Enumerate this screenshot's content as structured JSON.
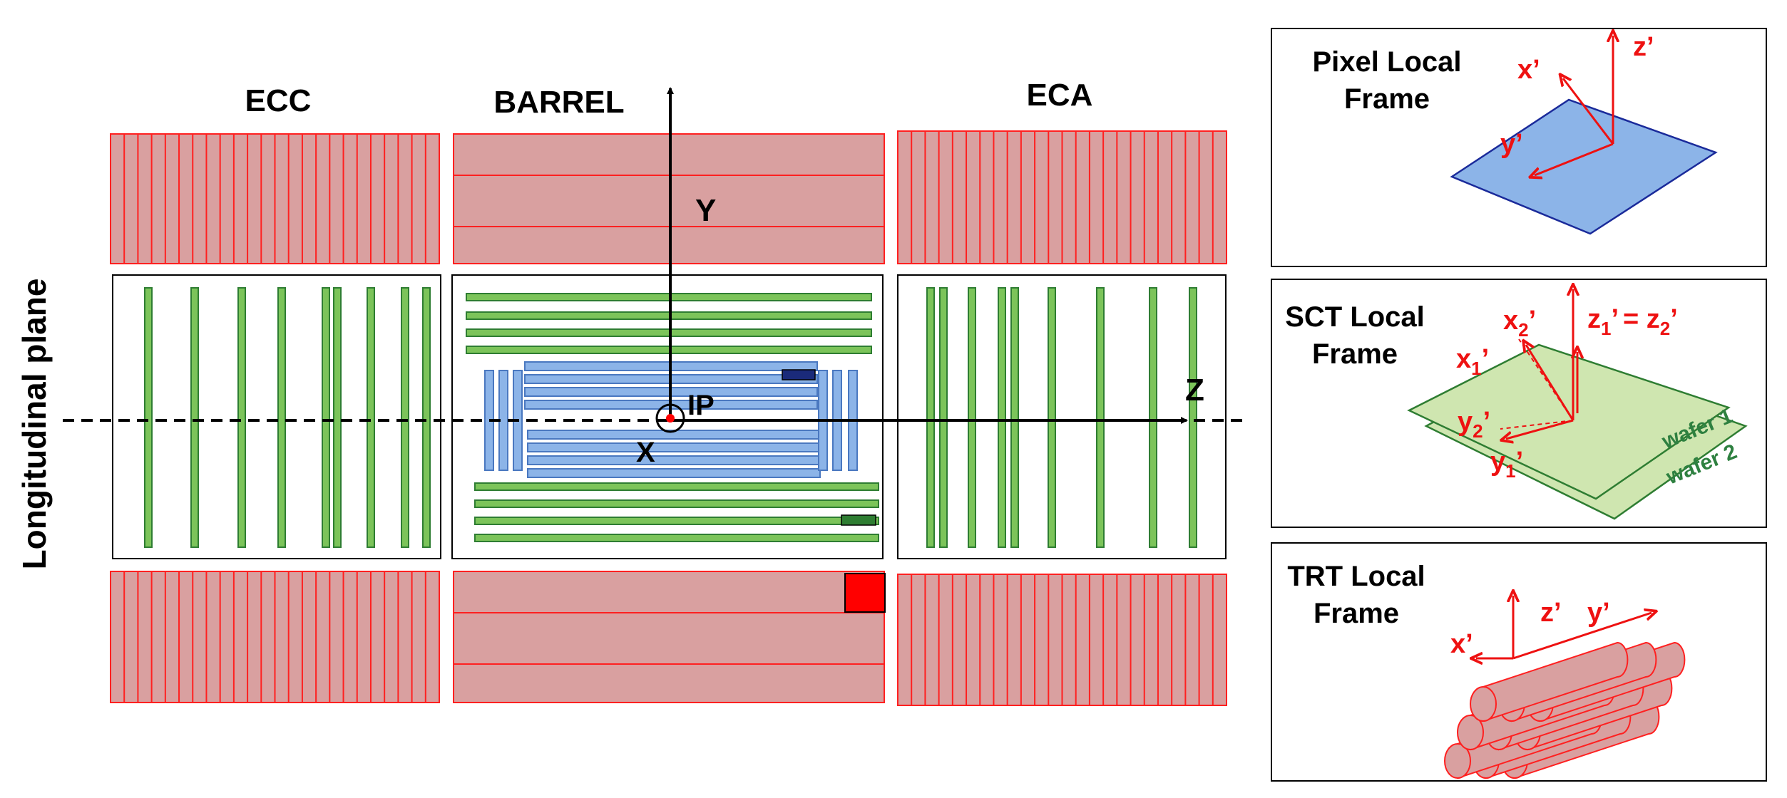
{
  "main": {
    "section_labels": {
      "ecc": "ECC",
      "barrel": "BARREL",
      "eca": "ECA"
    },
    "axes": {
      "y": "Y",
      "z": "Z",
      "x": "X",
      "ip": "IP"
    },
    "side_label": "Longitudinal plane"
  },
  "panels": {
    "pixel": {
      "title_line1": "Pixel Local",
      "title_line2": "Frame",
      "x": "x’",
      "y": "y’",
      "z": "z’"
    },
    "sct": {
      "title_line1": "SCT Local",
      "title_line2": "Frame",
      "x1": "x",
      "x1_sub": "1",
      "x2": "x",
      "x2_sub": "2",
      "y1": "y",
      "y1_sub": "1",
      "y2": "y",
      "y2_sub": "2",
      "z1": "z",
      "z1_sub": "1",
      "z2": "= z",
      "z2_sub": "2",
      "prime": "’",
      "wafer1": "wafer 1",
      "wafer2": "wafer 2"
    },
    "trt": {
      "title_line1": "TRT Local",
      "title_line2": "Frame",
      "x": "x’",
      "y": "y’",
      "z": "z’"
    }
  },
  "colors": {
    "trt_fill": "#d9a0a0",
    "trt_line": "#ff2020",
    "sct_fill": "#7cc45a",
    "sct_line": "#2e7d32",
    "pixel_fill": "#8cb4e8",
    "pixel_line": "#4a78c0",
    "axis_red": "#ee1111",
    "sct_wafer": "#cfe6b0",
    "sct_text": "#2e8040"
  }
}
